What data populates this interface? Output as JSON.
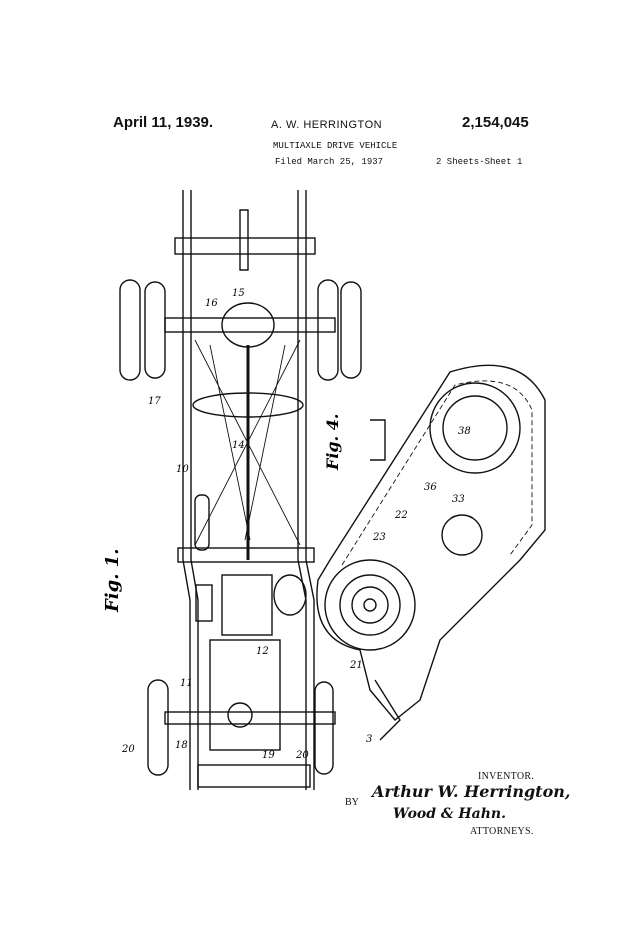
{
  "header": {
    "date": "April 11, 1939.",
    "inventor_name": "A. W. HERRINGTON",
    "patent_number": "2,154,045",
    "title": "MULTIAXLE DRIVE VEHICLE",
    "filed": "Filed March 25, 1937",
    "sheet": "2 Sheets-Sheet 1"
  },
  "figures": {
    "fig1_label": "Fig. 1.",
    "fig4_label": "Fig. 4."
  },
  "reference_numerals": {
    "r10": "10",
    "r14": "14",
    "r15": "15",
    "r16": "16",
    "r17": "17",
    "r18": "18",
    "r19": "19",
    "r20a": "20",
    "r20b": "20",
    "r11": "11",
    "r12": "12",
    "r21": "21",
    "r22": "22",
    "r23": "23",
    "r33": "33",
    "r36": "36",
    "r38": "38",
    "r3": "3"
  },
  "signature": {
    "inventor_label": "INVENTOR.",
    "by": "BY",
    "inventor_signature": "Arthur W. Herrington,",
    "attorney_signature": "Wood & Hahn.",
    "attorneys_label": "ATTORNEYS."
  }
}
